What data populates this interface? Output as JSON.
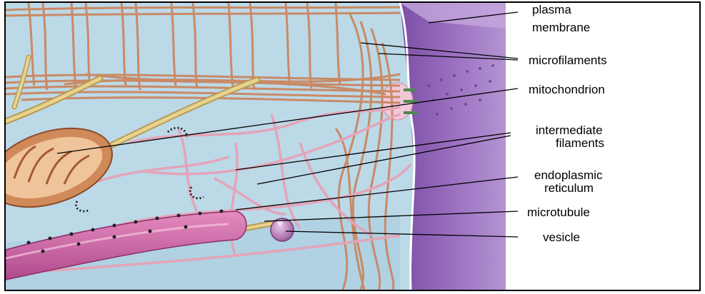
{
  "labels": {
    "plasma_membrane_1": "plasma",
    "plasma_membrane_2": "membrane",
    "microfilaments": "microfilaments",
    "mitochondrion": "mitochondrion",
    "intermediate_filaments_1": "intermediate",
    "intermediate_filaments_2": "filaments",
    "endoplasmic_reticulum_1": "endoplasmic",
    "endoplasmic_reticulum_2": "reticulum",
    "microtubule": "microtubule",
    "vesicle": "vesicle"
  },
  "colors": {
    "cytoplasm": "#bcd9e8",
    "membrane": "#8e62b2",
    "filament": "#c98a66",
    "intermediate": "#e4a4b8",
    "er": "#d46aa8",
    "microtubule": "#e6d38f"
  }
}
